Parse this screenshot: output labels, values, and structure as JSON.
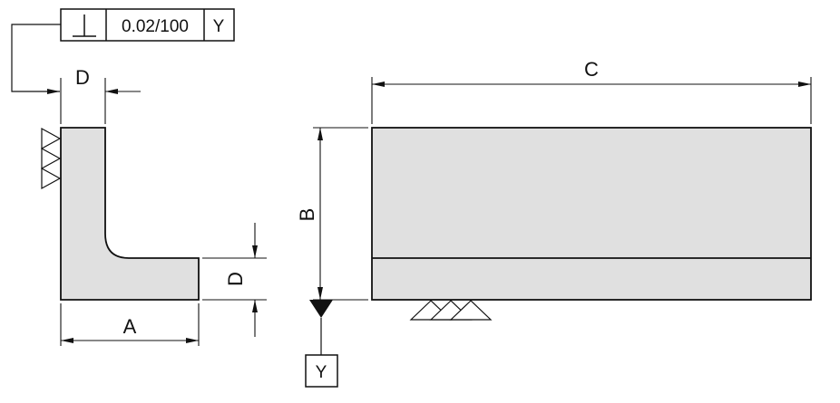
{
  "feature_control_frame": {
    "symbol": "perpendicularity-symbol",
    "tolerance": "0.02/100",
    "datum": "Y"
  },
  "dimensions": {
    "a": "A",
    "b": "B",
    "c": "C",
    "d_top": "D",
    "d_side": "D"
  },
  "datum_box": {
    "label": "Y"
  },
  "surface_finish": {
    "symbol": "triangle-finish-marks",
    "count": 3
  },
  "colors": {
    "part_fill": "#e0e0e0",
    "line": "#111111"
  }
}
